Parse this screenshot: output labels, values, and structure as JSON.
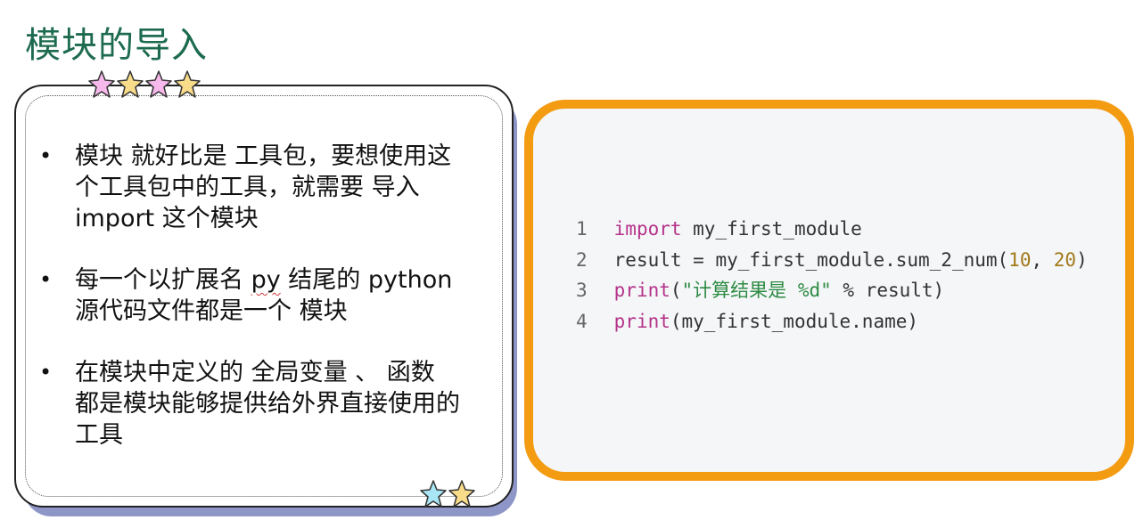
{
  "title": "模块的导入",
  "bullets": [
    {
      "line1": "模块 就好比是 工具包，要想使用这",
      "line2": "个工具包中的工具，就需要 导入",
      "line3": "import 这个模块"
    },
    {
      "line1_a": "每一个以扩展名 ",
      "line1_b": "py",
      "line1_c": " 结尾的 python",
      "line2": "源代码文件都是一个 模块"
    },
    {
      "line1": "在模块中定义的 全局变量 、 函数",
      "line2": "都是模块能够提供给外界直接使用的",
      "line3": "工具"
    }
  ],
  "bullet_symbol": "•",
  "code": {
    "lines": [
      {
        "num": "1",
        "kw": "import",
        "rest": " my_first_module"
      },
      {
        "num": "2",
        "pre": "result = my_first_module.sum_2_num(",
        "n1": "10",
        "mid": ", ",
        "n2": "20",
        "post": ")"
      },
      {
        "num": "3",
        "kw": "print",
        "open": "(",
        "str": "\"计算结果是 %d\"",
        "post": " % result)"
      },
      {
        "num": "4",
        "kw": "print",
        "post": "(my_first_module.name)"
      }
    ]
  },
  "colors": {
    "title": "#1d6b4f",
    "frame": "#f39c12",
    "keyword": "#b5338a",
    "string": "#2e8b43",
    "number": "#a37a1a",
    "star_pink": "#f7b8ec",
    "star_yellow": "#f9dc8a",
    "star_cyan": "#a8e6f5"
  }
}
